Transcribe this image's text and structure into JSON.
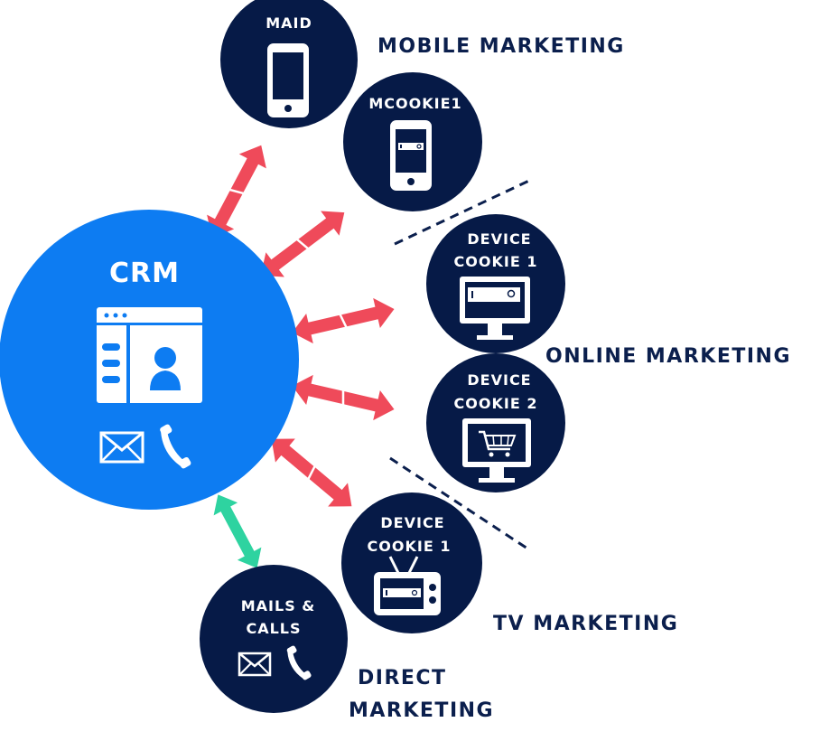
{
  "crm": {
    "label": "CRM"
  },
  "nodes": {
    "maid": {
      "label": "MAID",
      "icon": "smartphone-icon"
    },
    "mcookie": {
      "label": "MCOOKIE1",
      "icon": "smartphone-browser-icon"
    },
    "device1": {
      "label_line1": "DEVICE",
      "label_line2": "COOKIE 1",
      "icon": "monitor-browser-icon"
    },
    "device2": {
      "label_line1": "DEVICE",
      "label_line2": "COOKIE 2",
      "icon": "monitor-cart-icon"
    },
    "tv": {
      "label_line1": "DEVICE",
      "label_line2": "COOKIE 1",
      "icon": "tv-icon"
    },
    "mails": {
      "label_line1": "MAILS &",
      "label_line2": "CALLS",
      "icon": "mail-phone-icon"
    }
  },
  "groups": {
    "mobile": "MOBILE MARKETING",
    "online": "ONLINE MARKETING",
    "tv": "TV MARKETING",
    "direct_line1": "DIRECT",
    "direct_line2": "MARKETING"
  },
  "colors": {
    "crm_blue": "#0d7cf2",
    "node_navy": "#061a47",
    "arrow_red": "#ef4a5a",
    "arrow_green": "#2ed3a0",
    "text_navy": "#0b1f4d"
  }
}
